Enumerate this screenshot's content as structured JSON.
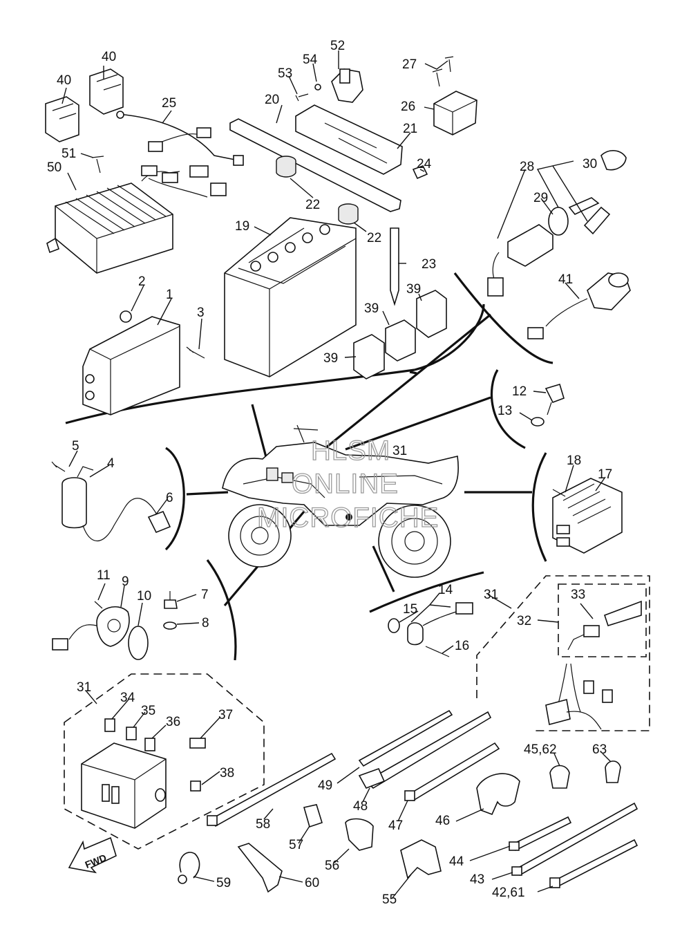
{
  "watermark": {
    "line1": "HLSM",
    "line2": "ONLINE",
    "line3": "MICROFICHE"
  },
  "fwd_label": "FWD",
  "callouts": [
    "1",
    "2",
    "3",
    "4",
    "5",
    "6",
    "7",
    "8",
    "9",
    "10",
    "11",
    "12",
    "13",
    "14",
    "15",
    "16",
    "17",
    "18",
    "19",
    "20",
    "21",
    "22",
    "22",
    "23",
    "24",
    "25",
    "26",
    "27",
    "28",
    "29",
    "30",
    "31",
    "31",
    "31",
    "32",
    "33",
    "34",
    "35",
    "36",
    "37",
    "38",
    "39",
    "39",
    "39",
    "40",
    "40",
    "41",
    "42,61",
    "43",
    "44",
    "45,62",
    "46",
    "47",
    "48",
    "49",
    "50",
    "51",
    "52",
    "53",
    "54",
    "55",
    "56",
    "57",
    "58",
    "59",
    "60",
    "63"
  ]
}
